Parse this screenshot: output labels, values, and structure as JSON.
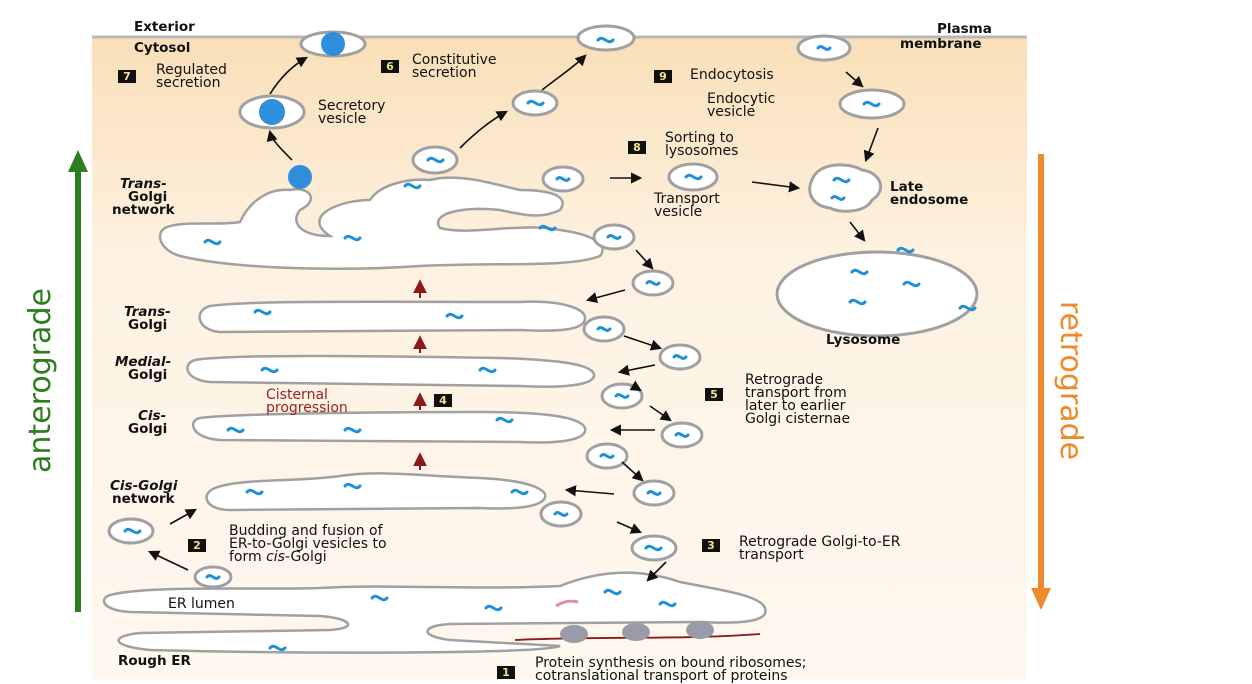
{
  "colors": {
    "background": "#fdf2e1",
    "membrane_fill": "#ffffff",
    "membrane_stroke": "#a0a0a0",
    "protein": "#1e90d8",
    "anterograde_arrow": "#2e7d1f",
    "retrograde_arrow": "#ee8a2b",
    "step_arrow": "#8b1a1a",
    "badge_bg": "#111111",
    "badge_text": "#f2e08a"
  },
  "labels": {
    "exterior": "Exterior",
    "cytosol": "Cytosol",
    "plasma_membrane_1": "Plasma",
    "plasma_membrane_2": "membrane",
    "tgn_1": "Trans-",
    "tgn_2": "Golgi",
    "tgn_3": "network",
    "trans_golgi_1": "Trans-",
    "trans_golgi_2": "Golgi",
    "medial_golgi_1": "Medial-",
    "medial_golgi_2": "Golgi",
    "cis_golgi_1": "Cis-",
    "cis_golgi_2": "Golgi",
    "cgn_1": "Cis-Golgi",
    "cgn_2": "network",
    "er_lumen": "ER lumen",
    "rough_er": "Rough ER",
    "secretory_vesicle": "Secretory\nvesicle",
    "endocytic_vesicle": "Endocytic\nvesicle",
    "transport_vesicle": "Transport\nvesicle",
    "late_endosome": "Late\nendosome",
    "lysosome": "Lysosome",
    "cisternal_progression": "Cisternal\nprogression"
  },
  "steps": [
    {
      "num": "1",
      "text": "Protein synthesis on bound ribosomes;\ncotranslational transport of proteins"
    },
    {
      "num": "2",
      "text": "Budding and fusion of\nER-to-Golgi vesicles to\nform cis-Golgi"
    },
    {
      "num": "3",
      "text": "Retrograde Golgi-to-ER\ntransport"
    },
    {
      "num": "4",
      "text": ""
    },
    {
      "num": "5",
      "text": "Retrograde\ntransport from\nlater to earlier\nGolgi cisternae"
    },
    {
      "num": "6",
      "text": "Constitutive\nsecretion"
    },
    {
      "num": "7",
      "text": "Regulated\nsecretion"
    },
    {
      "num": "8",
      "text": "Sorting to\nlysosomes"
    },
    {
      "num": "9",
      "text": "Endocytosis"
    }
  ],
  "side_labels": {
    "anterograde": "anterograde",
    "retrograde": "retrograde"
  }
}
